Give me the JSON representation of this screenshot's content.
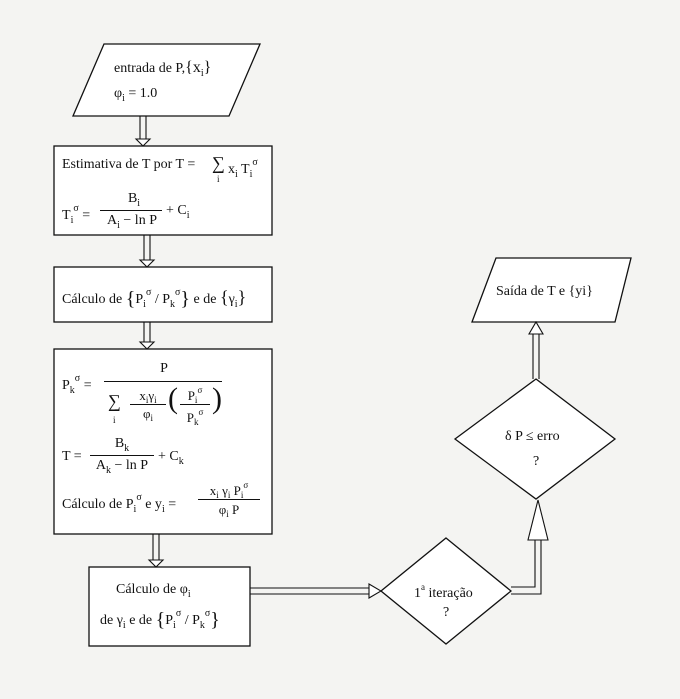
{
  "flowchart": {
    "input": {
      "text": "entrada de P,",
      "set": "{x",
      "set_sub": "i",
      "set_close": "}",
      "phi": "φ",
      "phi_sub": "i",
      "phi_val": "= 1.0"
    },
    "estimate": {
      "line1": "Estimativa de T por  T =",
      "sum": "∑",
      "sum_idx": "i",
      "term": "x",
      "term_sub": "i",
      "term_T": " T",
      "term_T_sub": "i",
      "sigma": "σ",
      "Ti": "T",
      "Ti_sub": "i",
      "Ti_sup": "σ",
      "eq": "=",
      "num": "B",
      "num_sub": "i",
      "den": "A",
      "den_sub": "i",
      "den_tail": " − ln P",
      "tail": "+ C",
      "tail_sub": "i"
    },
    "ratio_calc": {
      "text": "Cálculo de",
      "ratio": "P",
      "ratio_sub": "i",
      "sigma": "σ",
      "slash": " / ",
      "ratio2": "P",
      "ratio2_sub": "k",
      "mid": "e de",
      "gamma": "γ",
      "gamma_sub": "i"
    },
    "pk_block": {
      "Pk": "P",
      "Pk_sub": "k",
      "Pk_sup": "σ",
      "eq": "=",
      "num": "P",
      "sum": "∑",
      "sum_idx": "i",
      "xg": "x",
      "xg_sub": "i",
      "gamma": "γ",
      "gamma_sub": "i",
      "phi": "φ",
      "phi_sub": "i",
      "Pi": "P",
      "Pi_sub": "i",
      "Pi_sup": "σ",
      "Pk2": "P",
      "Pk2_sub": "k",
      "Pk2_sup": "σ",
      "T_eq": "T =",
      "T_num": "B",
      "T_num_sub": "k",
      "T_den": "A",
      "T_den_sub": "k",
      "T_den_tail": " − ln P",
      "T_tail": "+ C",
      "T_tail_sub": "k",
      "calc": "Cálculo de  P",
      "calc_sub": "i",
      "calc_sup": "σ",
      "calc_e": " e   y",
      "yi_sub": "i",
      "yi_eq": "=",
      "yi_num": "x",
      "yi_num_sub": "i",
      "yi_num_g": " γ",
      "yi_num_g_sub": "i",
      "yi_num_P": " P",
      "yi_num_P_sub": "i",
      "yi_num_P_sup": "σ",
      "yi_den": "φ",
      "yi_den_sub": "i",
      "yi_den_P": " P"
    },
    "phi_calc": {
      "line1": "Cálculo de  φ",
      "line1_sub": "i",
      "line2": "de γ",
      "line2_sub": "i",
      "line2_tail": " e de",
      "ratio": "P",
      "ratio_sub": "i",
      "sigma": "σ",
      "slash": " / ",
      "ratio2": "P",
      "ratio2_sub": "k"
    },
    "first_iter": {
      "line1": "1",
      "line1_sup": "a",
      "line1_tail": " iteração",
      "line2": "?"
    },
    "error_check": {
      "line1": "δ P ≤ erro",
      "line2": "?"
    },
    "output": {
      "text": "Saída de T e",
      "set": "{yi}"
    }
  }
}
